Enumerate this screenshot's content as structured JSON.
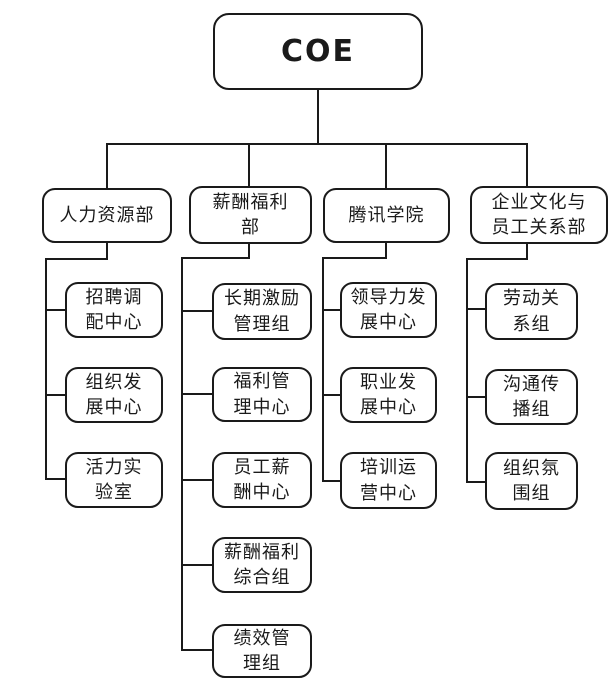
{
  "org": {
    "root": {
      "label": "COE"
    },
    "departments": [
      {
        "label": "人力资源部",
        "children": [
          {
            "label": "招聘调\n配中心"
          },
          {
            "label": "组织发\n展中心"
          },
          {
            "label": "活力实\n验室"
          }
        ]
      },
      {
        "label": "薪酬福利\n部",
        "children": [
          {
            "label": "长期激励\n管理组"
          },
          {
            "label": "福利管\n理中心"
          },
          {
            "label": "员工薪\n酬中心"
          },
          {
            "label": "薪酬福利\n综合组"
          },
          {
            "label": "绩效管\n理组"
          }
        ]
      },
      {
        "label": "腾讯学院",
        "children": [
          {
            "label": "领导力发\n展中心"
          },
          {
            "label": "职业发\n展中心"
          },
          {
            "label": "培训运\n营中心"
          }
        ]
      },
      {
        "label": "企业文化与\n员工关系部",
        "children": [
          {
            "label": "劳动关\n系组"
          },
          {
            "label": "沟通传\n播组"
          },
          {
            "label": "组织氛\n围组"
          }
        ]
      }
    ],
    "colors": {
      "line": "#1a1a1a",
      "background": "#ffffff",
      "text": "#1a1a1a"
    }
  }
}
